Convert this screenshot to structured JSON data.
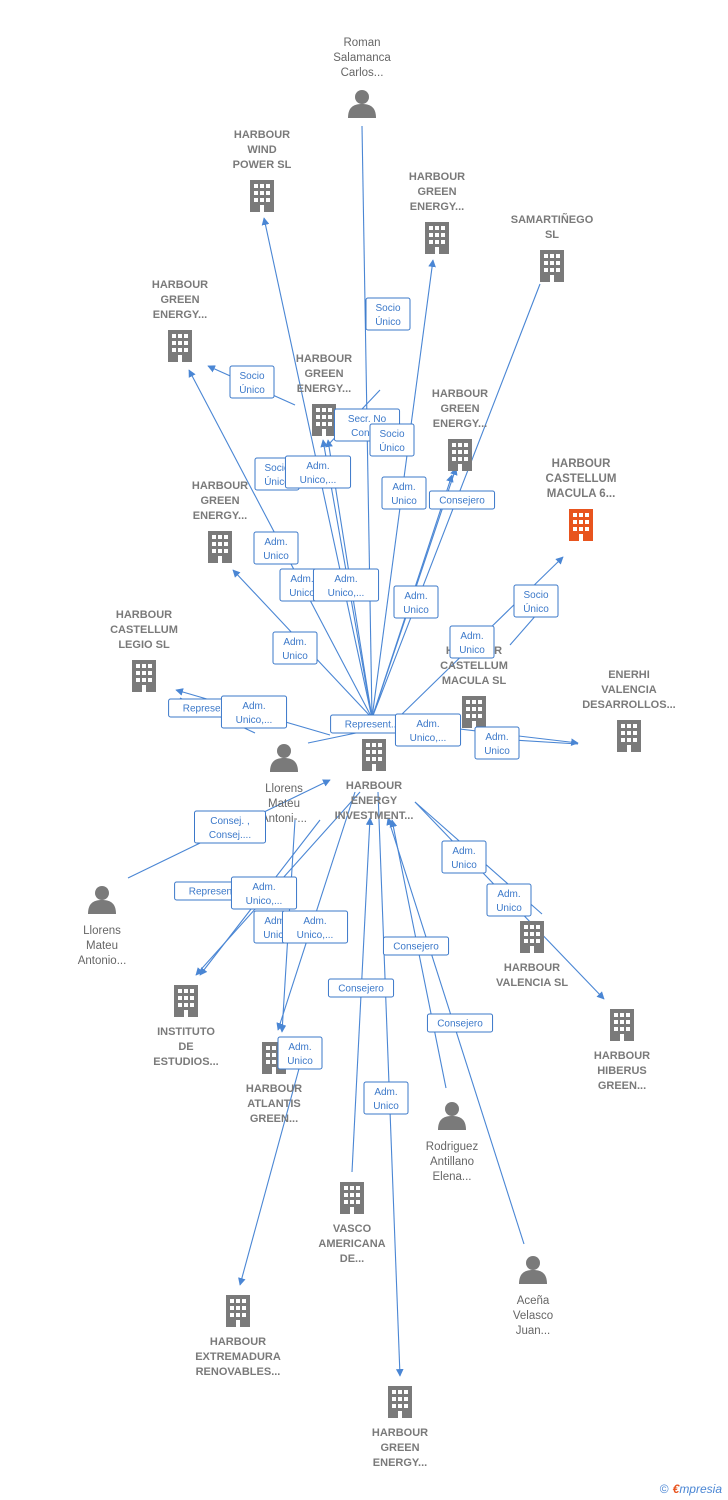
{
  "colors": {
    "accent": "#4a86d4",
    "node": "#7a7a7a",
    "focus": "#e8541e"
  },
  "nodes": [
    {
      "id": "roman",
      "kind": "person",
      "lines": [
        "Roman",
        "Salamanca",
        "Carlos..."
      ]
    },
    {
      "id": "wind",
      "kind": "company",
      "lines": [
        "HARBOUR",
        "WIND",
        "POWER  SL"
      ]
    },
    {
      "id": "green_top",
      "kind": "company",
      "lines": [
        "HARBOUR",
        "GREEN",
        "ENERGY..."
      ]
    },
    {
      "id": "samart",
      "kind": "company",
      "lines": [
        "SAMARTIÑEGO",
        "SL"
      ]
    },
    {
      "id": "green_left",
      "kind": "company",
      "lines": [
        "HARBOUR",
        "GREEN",
        "ENERGY..."
      ]
    },
    {
      "id": "green_mid",
      "kind": "company",
      "lines": [
        "HARBOUR",
        "GREEN",
        "ENERGY..."
      ]
    },
    {
      "id": "green_right",
      "kind": "company",
      "lines": [
        "HARBOUR",
        "GREEN",
        "ENERGY..."
      ]
    },
    {
      "id": "macula6",
      "kind": "focus",
      "lines": [
        "HARBOUR",
        "CASTELLUM",
        "MACULA 6..."
      ]
    },
    {
      "id": "green_left2",
      "kind": "company",
      "lines": [
        "HARBOUR",
        "GREEN",
        "ENERGY..."
      ]
    },
    {
      "id": "legio",
      "kind": "company",
      "lines": [
        "HARBOUR",
        "CASTELLUM",
        "LEGIO  SL"
      ]
    },
    {
      "id": "macula",
      "kind": "company",
      "lines": [
        "HARBOUR",
        "CASTELLUM",
        "MACULA  SL"
      ]
    },
    {
      "id": "enerhi",
      "kind": "company",
      "lines": [
        "ENERHI",
        "VALENCIA",
        "DESARROLLOS..."
      ]
    },
    {
      "id": "llorens1",
      "kind": "person",
      "lines": [
        "Llorens",
        "Mateu",
        "Antoni-..."
      ]
    },
    {
      "id": "hei",
      "kind": "company",
      "lines": [
        "HARBOUR",
        "ENERGY",
        "INVESTMENT..."
      ]
    },
    {
      "id": "llorens2",
      "kind": "person",
      "lines": [
        "Llorens",
        "Mateu",
        "Antonio..."
      ]
    },
    {
      "id": "valencia",
      "kind": "company",
      "lines": [
        "HARBOUR",
        "VALENCIA  SL"
      ]
    },
    {
      "id": "instituto",
      "kind": "company",
      "lines": [
        "INSTITUTO",
        "DE",
        "ESTUDIOS..."
      ]
    },
    {
      "id": "atlantis",
      "kind": "company",
      "lines": [
        "HARBOUR",
        "ATLANTIS",
        "GREEN..."
      ]
    },
    {
      "id": "hiberus",
      "kind": "company",
      "lines": [
        "HARBOUR",
        "HIBERUS",
        "GREEN..."
      ]
    },
    {
      "id": "rodriguez",
      "kind": "person",
      "lines": [
        "Rodriguez",
        "Antillano",
        "Elena..."
      ]
    },
    {
      "id": "vasco",
      "kind": "company",
      "lines": [
        "VASCO",
        "AMERICANA",
        "DE..."
      ]
    },
    {
      "id": "acena",
      "kind": "person",
      "lines": [
        "Aceña",
        "Velasco",
        "Juan..."
      ]
    },
    {
      "id": "extremadura",
      "kind": "company",
      "lines": [
        "HARBOUR",
        "EXTREMADURA",
        "RENOVABLES..."
      ]
    },
    {
      "id": "green_bottom",
      "kind": "company",
      "lines": [
        "HARBOUR",
        "GREEN",
        "ENERGY..."
      ]
    }
  ],
  "relations": [
    {
      "id": "r1",
      "lines": [
        "Socio",
        "Único"
      ]
    },
    {
      "id": "r2",
      "lines": [
        "Socio",
        "Único"
      ]
    },
    {
      "id": "r3",
      "lines": [
        "Secr.  No",
        "Cons..."
      ]
    },
    {
      "id": "r4",
      "lines": [
        "Socio",
        "Único"
      ]
    },
    {
      "id": "r5",
      "lines": [
        "Socio",
        "Único"
      ]
    },
    {
      "id": "r6",
      "lines": [
        "Adm.",
        "Unico,..."
      ]
    },
    {
      "id": "r7",
      "lines": [
        "Adm.",
        "Unico"
      ]
    },
    {
      "id": "r8",
      "lines": [
        "Consejero"
      ]
    },
    {
      "id": "r9",
      "lines": [
        "Adm.",
        "Unico"
      ]
    },
    {
      "id": "r10",
      "lines": [
        "Adm.",
        "Unico"
      ]
    },
    {
      "id": "r11",
      "lines": [
        "Adm.",
        "Unico,..."
      ]
    },
    {
      "id": "r12",
      "lines": [
        "Adm.",
        "Unico"
      ]
    },
    {
      "id": "r13",
      "lines": [
        "Socio",
        "Único"
      ]
    },
    {
      "id": "r14",
      "lines": [
        "Adm.",
        "Unico"
      ]
    },
    {
      "id": "r15",
      "lines": [
        "Adm.",
        "Unico"
      ]
    },
    {
      "id": "r16",
      "lines": [
        "Represent..."
      ]
    },
    {
      "id": "r17",
      "lines": [
        "Adm.",
        "Unico,..."
      ]
    },
    {
      "id": "r18",
      "lines": [
        "Represent..."
      ]
    },
    {
      "id": "r19",
      "lines": [
        "Adm.",
        "Unico,..."
      ]
    },
    {
      "id": "r20",
      "lines": [
        "Adm.",
        "Unico"
      ]
    },
    {
      "id": "r21",
      "lines": [
        "Consej. ,",
        "Consej...."
      ]
    },
    {
      "id": "r22",
      "lines": [
        "Represent..."
      ]
    },
    {
      "id": "r23",
      "lines": [
        "Adm.",
        "Unico,..."
      ]
    },
    {
      "id": "r24",
      "lines": [
        "Adm.",
        "Unico"
      ]
    },
    {
      "id": "r25",
      "lines": [
        "Adm.",
        "Unico,..."
      ]
    },
    {
      "id": "r26",
      "lines": [
        "Adm.",
        "Unico"
      ]
    },
    {
      "id": "r27",
      "lines": [
        "Adm.",
        "Unico"
      ]
    },
    {
      "id": "r28",
      "lines": [
        "Consejero"
      ]
    },
    {
      "id": "r29",
      "lines": [
        "Consejero"
      ]
    },
    {
      "id": "r30",
      "lines": [
        "Consejero"
      ]
    },
    {
      "id": "r31",
      "lines": [
        "Adm.",
        "Unico"
      ]
    },
    {
      "id": "r32",
      "lines": [
        "Adm.",
        "Unico"
      ]
    }
  ],
  "footer": {
    "copyright": "©",
    "brand_initial": "€",
    "brand_rest": "mpresia"
  }
}
